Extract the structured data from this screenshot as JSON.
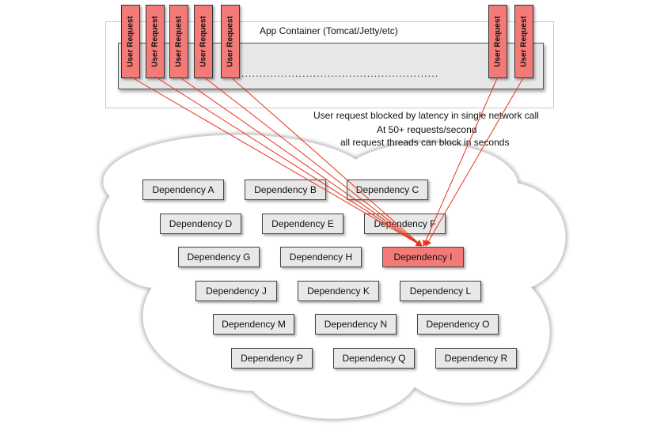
{
  "container": {
    "title": "App Container (Tomcat/Jetty/etc)",
    "ellipsis": "......................................................."
  },
  "requests": [
    "User Request",
    "User Request",
    "User Request",
    "User Request",
    "User Request",
    "User Request",
    "User Request"
  ],
  "notes": {
    "blocked": "User request blocked by latency in single network call",
    "rate_line1": "At 50+ requests/second",
    "rate_line2": "all request threads can block in seconds"
  },
  "dependencies": [
    "Dependency A",
    "Dependency B",
    "Dependency C",
    "Dependency D",
    "Dependency E",
    "Dependency F",
    "Dependency G",
    "Dependency H",
    "Dependency I",
    "Dependency J",
    "Dependency K",
    "Dependency L",
    "Dependency M",
    "Dependency N",
    "Dependency O",
    "Dependency P",
    "Dependency Q",
    "Dependency R"
  ],
  "blocked_dependency": "Dependency I",
  "colors": {
    "request": "#f47a78",
    "dependency": "#e8e8e8",
    "arrow": "#e8341c",
    "cloud": "#ffffff"
  }
}
